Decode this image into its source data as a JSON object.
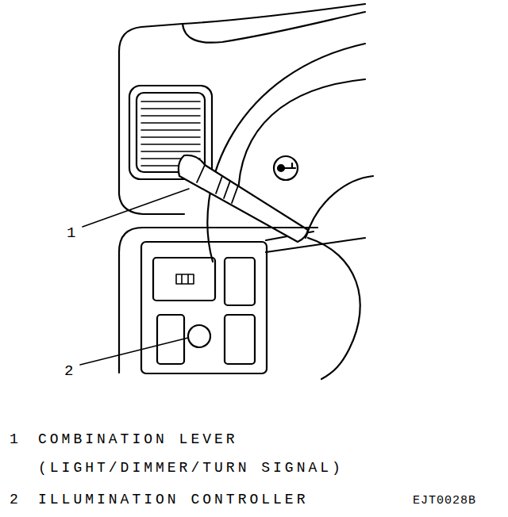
{
  "diagram": {
    "labels": [
      "1",
      "2",
      "1",
      "COMBINATION LEVER (LIGHT/DIMMER/TURN SIGNAL)",
      "2",
      "ILLUMINATION CONTROLLER",
      "EJT0028B"
    ]
  }
}
